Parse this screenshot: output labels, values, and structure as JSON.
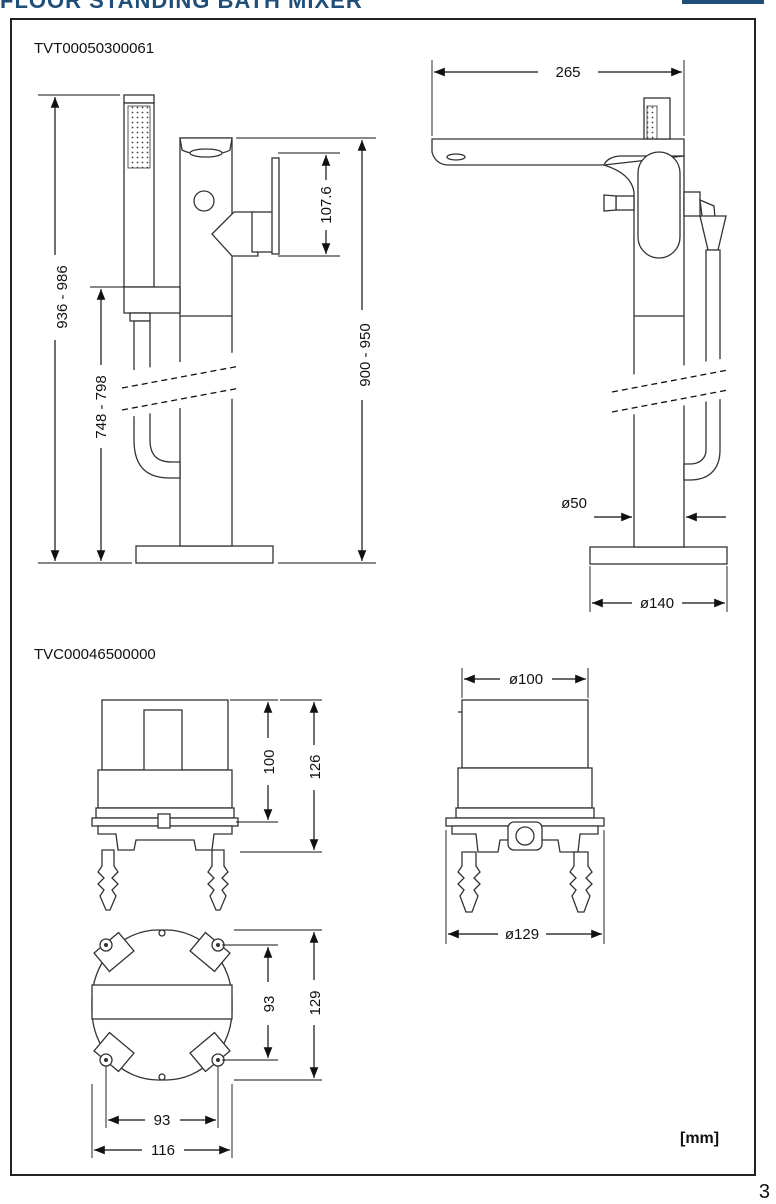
{
  "header": {
    "title": "FLOOR STANDING BATH MIXER"
  },
  "mixer": {
    "code": "TVT00050300061",
    "dims": {
      "total_height": "936 - 986",
      "handshower_height": "748 - 798",
      "lever_height": "107.6",
      "body_height": "900 - 950",
      "spout_reach": "265",
      "tube_diameter": "ø50",
      "base_diameter": "ø140"
    }
  },
  "box": {
    "code": "TVC00046500000",
    "dims": {
      "height_inner": "100",
      "height_total": "126",
      "top_diameter": "ø100",
      "bottom_diameter": "ø129",
      "hole_spacing_v": "93",
      "depth": "129",
      "hole_spacing_h": "93",
      "width": "116"
    }
  },
  "unit": "[mm]",
  "page_number": "3",
  "colors": {
    "accent": "#1f4e79",
    "line": "#111111",
    "part": "#333333"
  }
}
